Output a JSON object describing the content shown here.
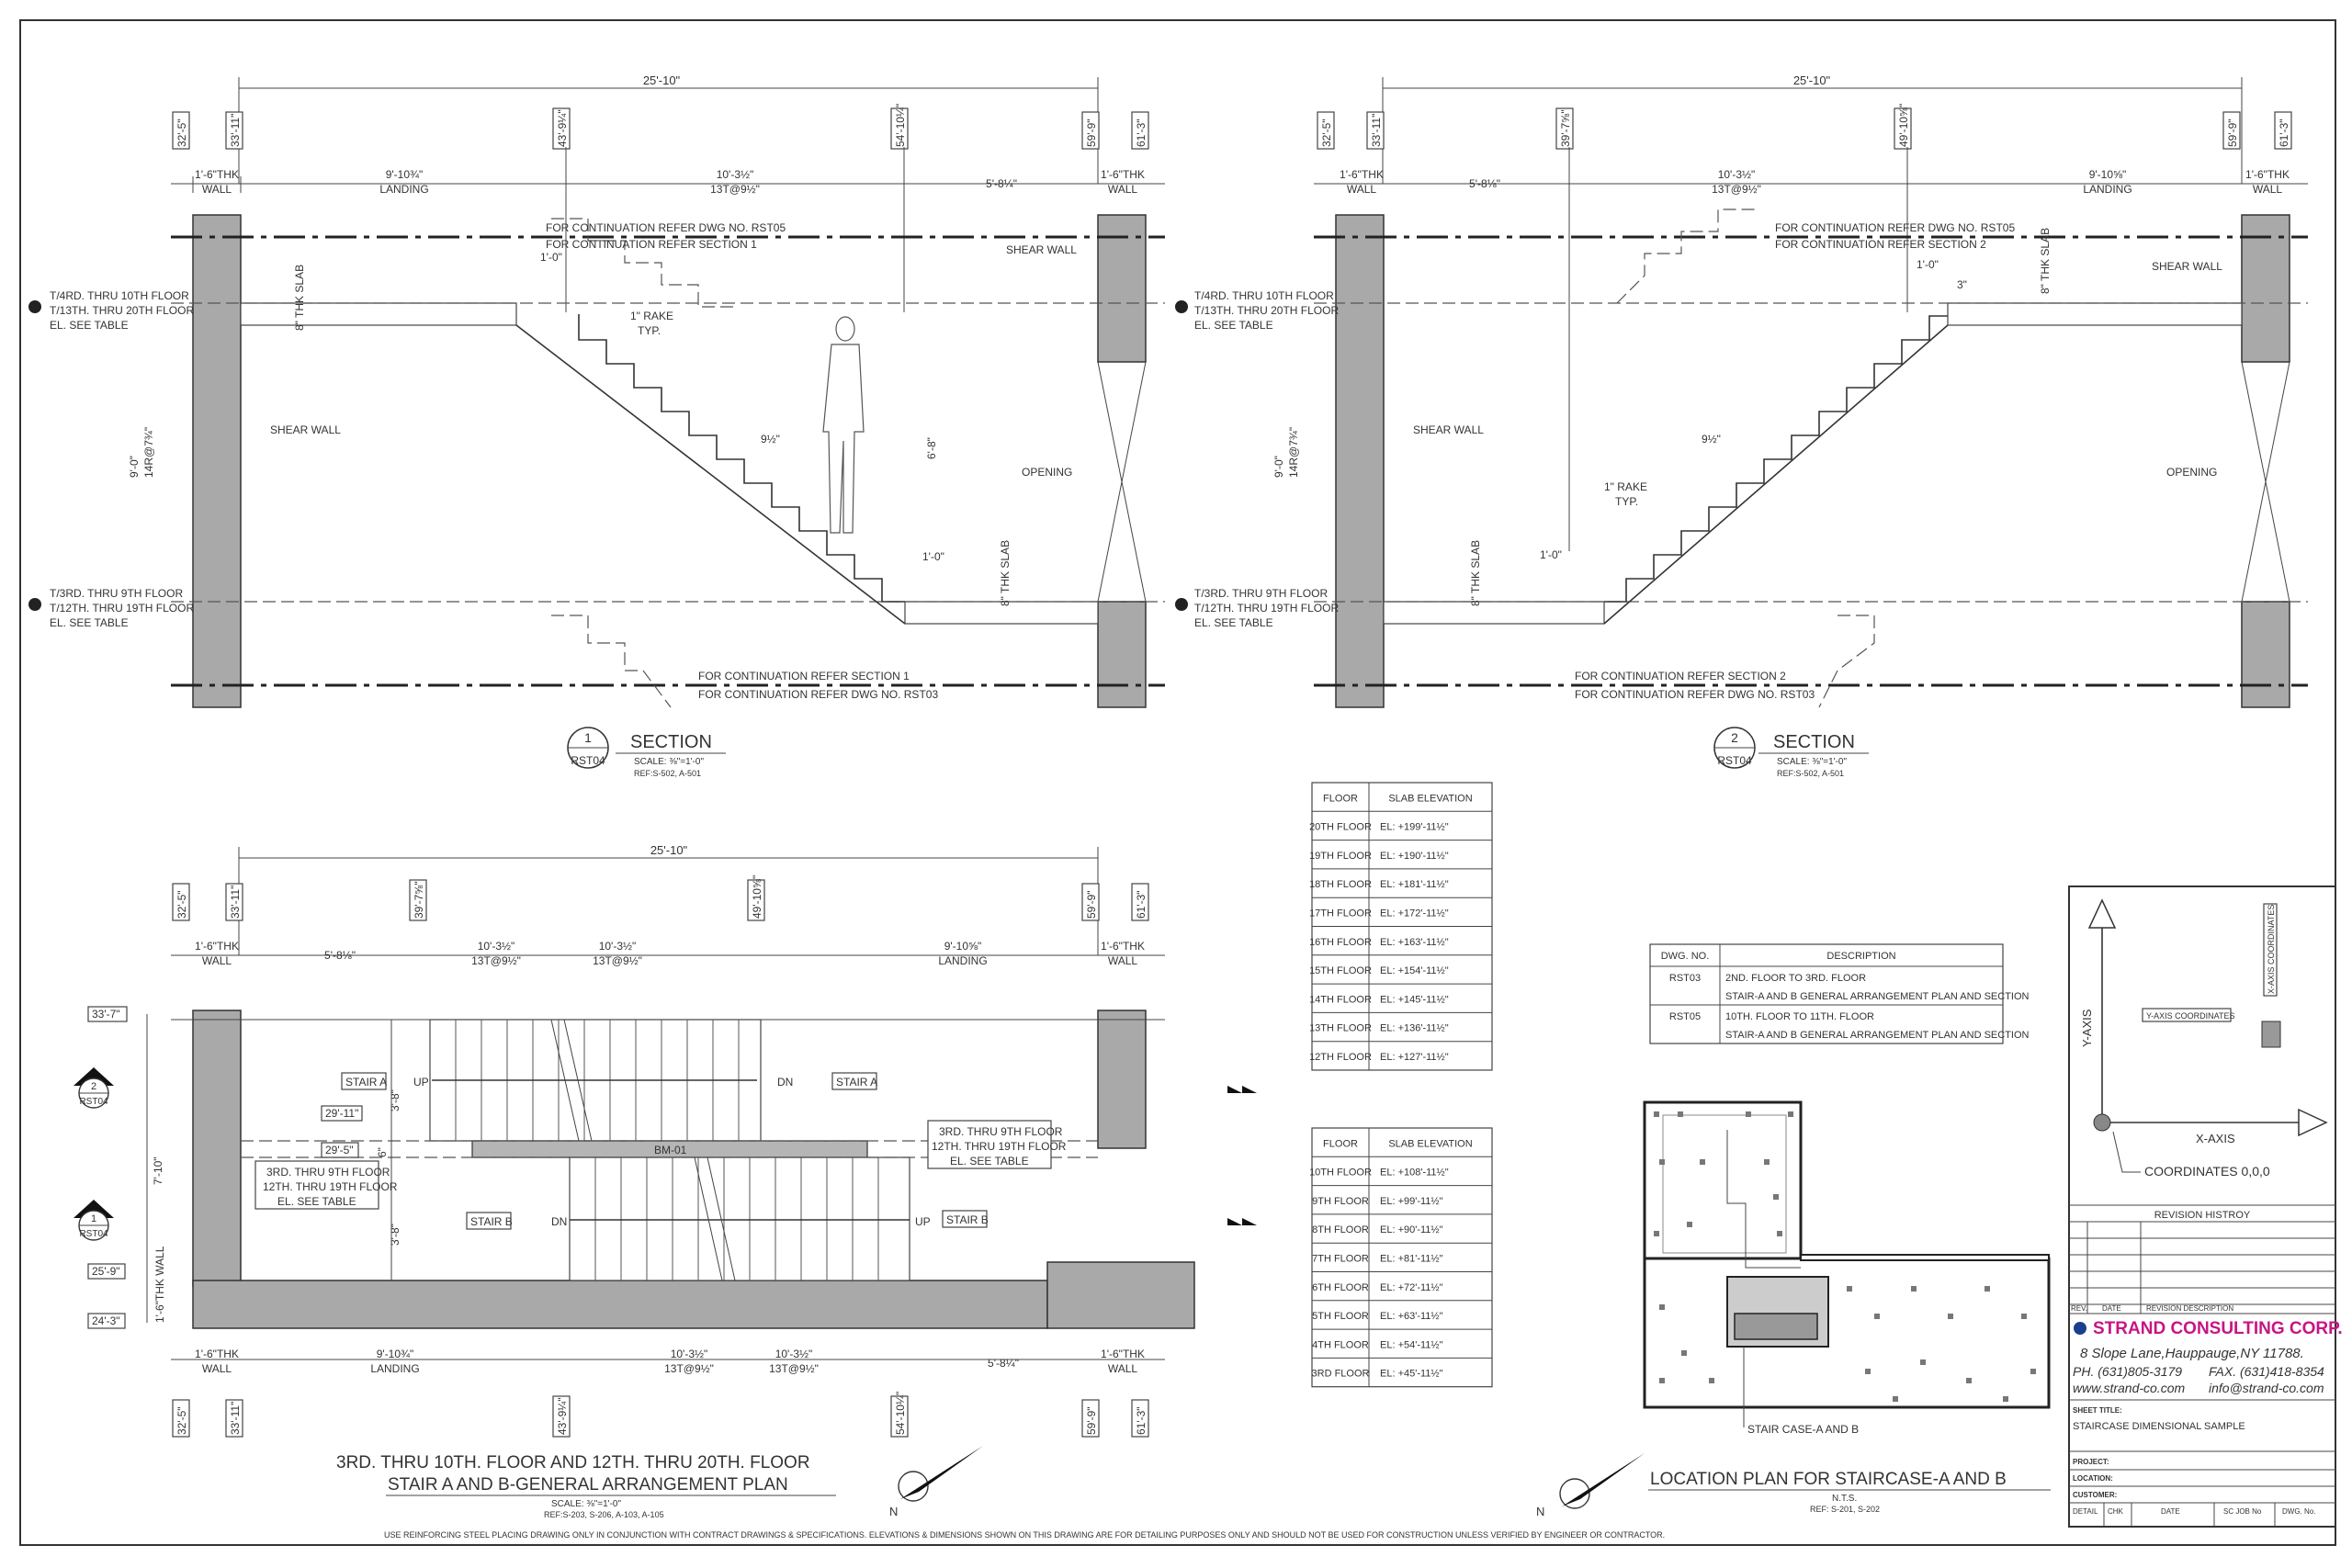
{
  "section1": {
    "overall_dim": "25'-10\"",
    "tags_top": [
      "32'-5\"",
      "33'-11\"",
      "43'-9¼\"",
      "54'-10¼\"",
      "59'-9\"",
      "61'-3\""
    ],
    "top_dims": [
      "1'-6\"THK",
      "WALL",
      "9'-10¾\"",
      "LANDING",
      "10'-3½\"",
      "13T@9½\"",
      "5'-8¼\""
    ],
    "right_wall": [
      "1'-6\"THK",
      "WALL"
    ],
    "notes": [
      "FOR CONTINUATION REFER DWG NO. RST05",
      "FOR CONTINUATION REFER SECTION 1",
      "FOR CONTINUATION REFER SECTION 1",
      "FOR CONTINUATION REFER DWG NO. RST03"
    ],
    "level_upper": [
      "T/4RD. THRU 10TH FLOOR",
      "T/13TH. THRU 20TH FLOOR",
      "EL. SEE TABLE"
    ],
    "level_lower": [
      "T/3RD. THRU 9TH FLOOR",
      "T/12TH. THRU 19TH FLOOR",
      "EL. SEE TABLE"
    ],
    "labels": [
      "SHEAR WALL",
      "SHEAR WALL",
      "OPENING",
      "1\" RAKE",
      "TYP.",
      "1'-0\"",
      "1'-0\"",
      "8\" THK SLAB",
      "8\" THK SLAB",
      "6'-8\"",
      "9½\"",
      "9'-0\"",
      "14R@7¾\""
    ],
    "callout_num": "1",
    "callout_ref": "RST04",
    "title": "SECTION",
    "scale": "SCALE: ⅜\"=1'-0\"",
    "refs": "REF:S-502, A-501"
  },
  "section2": {
    "overall_dim": "25'-10\"",
    "tags_top": [
      "32'-5\"",
      "33'-11\"",
      "39'-7⅝\"",
      "49'-10⅝\"",
      "59'-9\"",
      "61'-3\""
    ],
    "top_dims": [
      "1'-6\"THK",
      "WALL",
      "5'-8⅛\"",
      "10'-3½\"",
      "13T@9½\"",
      "9'-10⅝\"",
      "LANDING"
    ],
    "right_wall": [
      "1'-6\"THK",
      "WALL"
    ],
    "notes": [
      "FOR CONTINUATION REFER DWG NO. RST05",
      "FOR CONTINUATION REFER SECTION 2",
      "FOR CONTINUATION REFER SECTION 2",
      "FOR CONTINUATION REFER DWG NO. RST03"
    ],
    "level_upper": [
      "T/4RD. THRU 10TH FLOOR",
      "T/13TH. THRU 20TH FLOOR",
      "EL. SEE TABLE"
    ],
    "level_lower": [
      "T/3RD. THRU 9TH FLOOR",
      "T/12TH. THRU 19TH FLOOR",
      "EL. SEE TABLE"
    ],
    "labels": [
      "SHEAR WALL",
      "SHEAR WALL",
      "OPENING",
      "1\" RAKE",
      "TYP.",
      "1'-0\"",
      "1'-0\"",
      "3\"",
      "8\" THK SLAB",
      "8\" THK SLAB",
      "9½\"",
      "9'-0\"",
      "14R@7¾\""
    ],
    "callout_num": "2",
    "callout_ref": "RST04",
    "title": "SECTION",
    "scale": "SCALE: ⅜\"=1'-0\"",
    "refs": "REF:S-502, A-501"
  },
  "table1": {
    "headers": [
      "FLOOR",
      "SLAB ELEVATION"
    ],
    "rows": [
      [
        "20TH FLOOR",
        "EL: +199'-11½\""
      ],
      [
        "19TH FLOOR",
        "EL: +190'-11½\""
      ],
      [
        "18TH FLOOR",
        "EL: +181'-11½\""
      ],
      [
        "17TH FLOOR",
        "EL: +172'-11½\""
      ],
      [
        "16TH FLOOR",
        "EL: +163'-11½\""
      ],
      [
        "15TH FLOOR",
        "EL: +154'-11½\""
      ],
      [
        "14TH FLOOR",
        "EL: +145'-11½\""
      ],
      [
        "13TH FLOOR",
        "EL: +136'-11½\""
      ],
      [
        "12TH FLOOR",
        "EL: +127'-11½\""
      ]
    ]
  },
  "table2": {
    "headers": [
      "FLOOR",
      "SLAB ELEVATION"
    ],
    "rows": [
      [
        "10TH FLOOR",
        "EL: +108'-11½\""
      ],
      [
        "9TH FLOOR",
        "EL: +99'-11½\""
      ],
      [
        "8TH FLOOR",
        "EL: +90'-11½\""
      ],
      [
        "7TH FLOOR",
        "EL: +81'-11½\""
      ],
      [
        "6TH FLOOR",
        "EL: +72'-11½\""
      ],
      [
        "5TH FLOOR",
        "EL: +63'-11½\""
      ],
      [
        "4TH FLOOR",
        "EL: +54'-11½\""
      ],
      [
        "3RD FLOOR",
        "EL: +45'-11½\""
      ]
    ]
  },
  "dwg_table": {
    "headers": [
      "DWG. NO.",
      "DESCRIPTION"
    ],
    "rows": [
      [
        "RST03",
        "2ND. FLOOR TO 3RD. FLOOR",
        "STAIR-A AND B GENERAL ARRANGEMENT PLAN AND SECTION"
      ],
      [
        "RST05",
        "10TH. FLOOR TO 11TH. FLOOR",
        "STAIR-A AND B GENERAL ARRANGEMENT PLAN AND SECTION"
      ]
    ]
  },
  "plan": {
    "overall_dim": "25'-10\"",
    "tags_top": [
      "32'-5\"",
      "33'-11\"",
      "39'-7⅝\"",
      "49'-10⅝\"",
      "59'-9\"",
      "61'-3\""
    ],
    "tags_bottom": [
      "32'-5\"",
      "33'-11\"",
      "43'-9¼\"",
      "54'-10¼\"",
      "59'-9\"",
      "61'-3\""
    ],
    "top_dims": [
      "1'-6\"THK",
      "WALL",
      "5'-8⅛\"",
      "10'-3½\"",
      "13T@9½\"",
      "10'-3½\"",
      "13T@9½\"",
      "9'-10⅝\"",
      "LANDING",
      "1'-6\"THK",
      "WALL"
    ],
    "bottom_dims": [
      "1'-6\"THK",
      "WALL",
      "9'-10¾\"",
      "LANDING",
      "10'-3½\"",
      "13T@9½\"",
      "10'-3½\"",
      "13T@9½\"",
      "5'-8¼\"",
      "1'-6\"THK",
      "WALL"
    ],
    "left_tags": [
      "33'-7\"",
      "29'-11\"",
      "29'-5\"",
      "25'-9\"",
      "24'-3\""
    ],
    "left_dims": [
      "7'-10\"",
      "3'-8\"",
      "3'-8\"",
      "6\"",
      "1'-6\"THK WALL"
    ],
    "stair_a": "STAIR A",
    "stair_b": "STAIR B",
    "up": "UP",
    "dn": "DN",
    "beam": "BM-01",
    "level_note_left": [
      "3RD. THRU 9TH FLOOR",
      "12TH. THRU 19TH FLOOR",
      "EL. SEE TABLE"
    ],
    "level_note_right": [
      "3RD. THRU 9TH FLOOR",
      "12TH. THRU 19TH FLOOR",
      "EL. SEE TABLE"
    ],
    "callout_a": [
      "2",
      "RST04"
    ],
    "callout_b": [
      "1",
      "RST04"
    ],
    "title1": "3RD. THRU 10TH. FLOOR AND 12TH. THRU 20TH. FLOOR",
    "title2": "STAIR A AND B-GENERAL ARRANGEMENT PLAN",
    "scale": "SCALE: ⅜\"=1'-0\"",
    "refs": "REF:S-203, S-206, A-103, A-105",
    "north": "N"
  },
  "location": {
    "callout": "STAIR CASE-A AND B",
    "title": "LOCATION PLAN FOR STAIRCASE-A AND B",
    "nts": "N.T.S.",
    "refs": "REF: S-201, S-202",
    "north": "N"
  },
  "axes": {
    "y_axis": "Y-AXIS",
    "x_axis": "X-AXIS",
    "y_coord": "Y-AXIS COORDINATES",
    "x_coord": "X-AXIS COORDINATES",
    "origin": "COORDINATES 0,0,0"
  },
  "titleblock": {
    "revision_title": "REVISION HISTROY",
    "rev_headers": [
      "REV.",
      "DATE",
      "REVISION DESCRIPTION"
    ],
    "company": "STRAND CONSULTING CORP.",
    "address": "8 Slope Lane,Hauppauge,NY 11788.",
    "phone": "PH. (631)805-3179",
    "fax": "FAX. (631)418-8354",
    "web": "www.strand-co.com",
    "email": "info@strand-co.com",
    "sheet_title_label": "SHEET TITLE:",
    "sheet_title": "STAIRCASE DIMENSIONAL SAMPLE",
    "project": "PROJECT:",
    "location": "LOCATION:",
    "customer": "CUSTOMER:",
    "footer_headers": [
      "DETAIL",
      "CHK",
      "DATE",
      "SC JOB No",
      "DWG. No."
    ],
    "brand_color": "#c71585",
    "accent_color": "#1b3f8f"
  },
  "footer_note": "USE REINFORCING STEEL PLACING DRAWING ONLY IN CONJUNCTION WITH CONTRACT DRAWINGS & SPECIFICATIONS.  ELEVATIONS & DIMENSIONS SHOWN ON THIS DRAWING ARE FOR DETAILING PURPOSES ONLY AND SHOULD NOT BE USED FOR CONSTRUCTION UNLESS VERIFIED BY ENGINEER OR CONTRACTOR."
}
